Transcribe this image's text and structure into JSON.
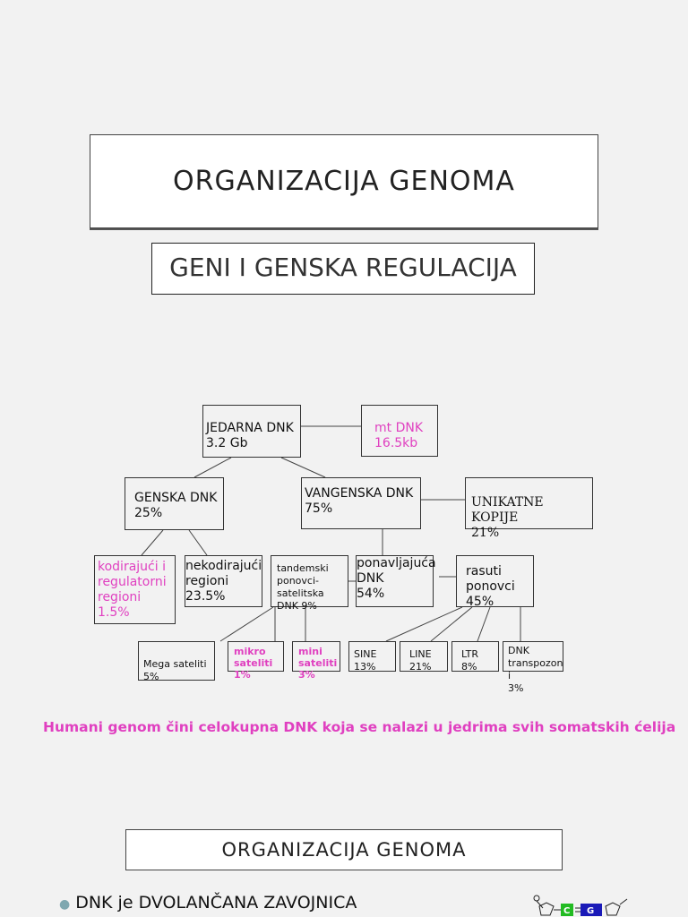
{
  "slide1": {
    "title": "ORGANIZACIJA GENOMA"
  },
  "slide2": {
    "title": "GENI I GENSKA REGULACIJA",
    "diagram": {
      "jedarna": "JEDARNA DNK\n        3.2 Gb",
      "mt": "mt DNK\n16.5kb",
      "genska": "GENSKA DNK\n        25%",
      "vangenska": "VANGENSKA DNK\n          75%",
      "unikatne": "UNIKATNE KOPIJE\n                21%",
      "kodirajuci": "kodirajući i\nregulatorni\nregioni\n1.5%",
      "nekodirajuci": "nekodirajući\nregioni\n23.5%",
      "tandemski": "tandemski\nponovci-\nsatelitska\nDNK 9%",
      "ponavljajuca": "ponavljajuća\nDNK\n54%",
      "rasuti": "rasuti\nponovci\n45%",
      "mega": "Mega  sateliti\n5%",
      "mikro": "mikro\nsateliti\n1%",
      "mini": "mini\nsateliti\n3%",
      "sine": "SINE\n13%",
      "line": "LINE\n21%",
      "ltr": "LTR\n8%",
      "transpozon": "DNK\ntranspozon\ni\n3%"
    },
    "caption": "Humani genom čini celokupna DNK koja se nalazi u jedrima svih somatskih ćelija"
  },
  "slide3": {
    "title": "ORGANIZACIJA GENOMA",
    "bullet": "DNK je DVOLANČANA ZAVOJNICA"
  },
  "colors": {
    "accent_pink": "#e040c0",
    "background": "#f2f2f2",
    "bullet_dot": "#7fa8b0"
  },
  "icons": {
    "bullet": "bullet-dot-icon",
    "dna": "dna-base-pair-icon"
  }
}
